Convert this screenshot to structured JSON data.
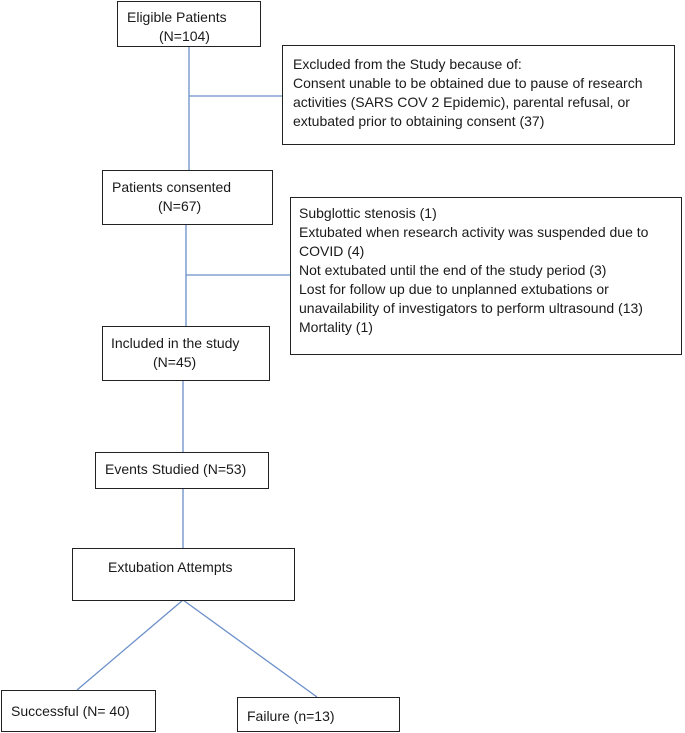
{
  "flowchart": {
    "eligible": {
      "line1": "Eligible Patients",
      "line2": "(N=104)"
    },
    "excluded": {
      "lines": [
        "Excluded from the Study because of:",
        "Consent unable to be obtained due to pause of research",
        "activities (SARS COV 2 Epidemic), parental refusal, or",
        "extubated prior to obtaining consent (37)"
      ]
    },
    "consented": {
      "line1": "Patients consented",
      "line2": "(N=67)"
    },
    "removed": {
      "lines": [
        "Subglottic stenosis (1)",
        "Extubated when research activity was suspended due to",
        "COVID (4)",
        "Not extubated until the end of the study period (3)",
        "Lost for follow up due to unplanned extubations or",
        "unavailability of investigators to perform ultrasound (13)",
        "Mortality (1)"
      ]
    },
    "included": {
      "line1": "Included in the study",
      "line2": "(N=45)"
    },
    "events": {
      "label": "Events Studied (N=53)"
    },
    "attempts": {
      "label": "Extubation Attempts"
    },
    "successful": {
      "label": "Successful (N= 40)"
    },
    "failure": {
      "label": "Failure (n=13)"
    }
  }
}
